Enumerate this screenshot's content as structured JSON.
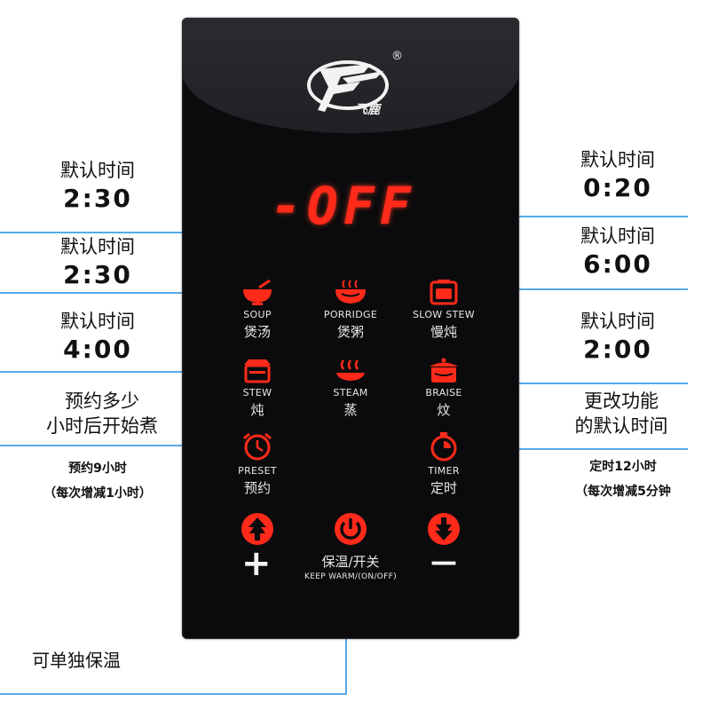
{
  "brand": {
    "name": "飞鹿",
    "registered": "®"
  },
  "display": {
    "text": "-OFF"
  },
  "buttons": {
    "soup": {
      "en": "SOUP",
      "zh": "煲汤"
    },
    "porridge": {
      "en": "PORRIDGE",
      "zh": "煲粥"
    },
    "slow_stew": {
      "en": "SLOW STEW",
      "zh": "慢炖"
    },
    "stew": {
      "en": "STEW",
      "zh": "炖"
    },
    "steam": {
      "en": "STEAM",
      "zh": "蒸"
    },
    "braise": {
      "en": "BRAISE",
      "zh": "炆"
    },
    "preset": {
      "en": "PRESET",
      "zh": "预约"
    },
    "timer": {
      "en": "TIMER",
      "zh": "定时"
    },
    "plus": {
      "label": "+"
    },
    "minus": {
      "label": "—"
    },
    "power": {
      "zh": "保温/开关",
      "en": "KEEP WARM/(ON/OFF)"
    }
  },
  "annotations": {
    "left1": {
      "label": "默认时间",
      "value": "2:30"
    },
    "left2": {
      "label": "默认时间",
      "value": "2:30"
    },
    "left3": {
      "label": "默认时间",
      "value": "4:00"
    },
    "left4": {
      "line1": "预约多少",
      "line2": "小时后开始煮"
    },
    "left5": {
      "line1": "预约9小时",
      "line2": "（每次增减1小时）"
    },
    "right1": {
      "label": "默认时间",
      "value": "0:20"
    },
    "right2": {
      "label": "默认时间",
      "value": "6:00"
    },
    "right3": {
      "label": "默认时间",
      "value": "2:00"
    },
    "right4": {
      "line1": "更改功能",
      "line2": "的默认时间"
    },
    "right5": {
      "line1": "定时12小时",
      "line2": "（每次增减5分钟"
    },
    "bottom": {
      "text": "可单独保温"
    }
  },
  "colors": {
    "accent": "#ff2a1a",
    "arrow": "#1f8ee0",
    "panel": "#0b0b0d"
  }
}
